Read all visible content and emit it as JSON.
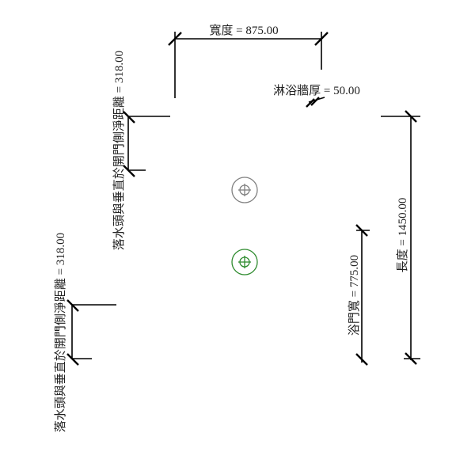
{
  "dimensions": {
    "width": "寬度 = 875.00",
    "wall_thickness": "淋浴牆厚 = 50.00",
    "length": "長度 = 1450.00",
    "door_width": "浴門寬 = 775.00",
    "drain_clearance_1": "落水頭與垂直於開門側淨距離 = 318.00",
    "drain_clearance_2": "落水頭與垂直於開門側淨距離 = 318.00"
  },
  "colors": {
    "drain_gray": "#808080",
    "drain_green": "#2e8b2e"
  }
}
